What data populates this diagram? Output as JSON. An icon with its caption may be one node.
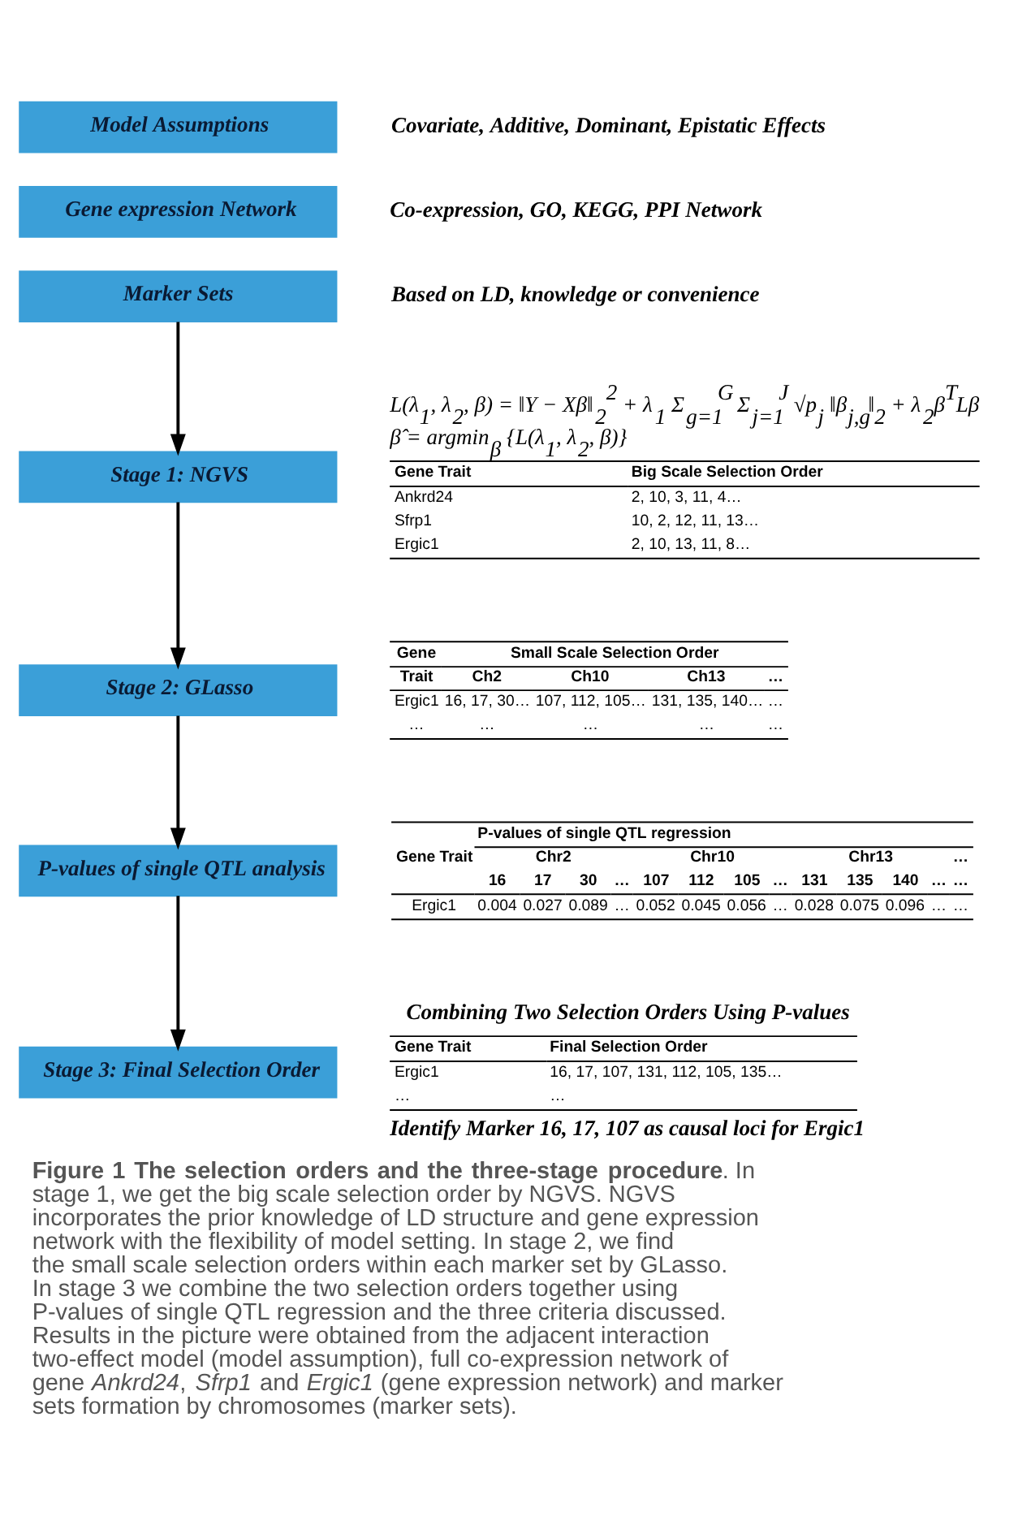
{
  "diagram": {
    "caption": "**Figure 1 The selection orders and the three-stage procedure**. In stage 1, we get the big scale selection order by NGVS. NGVS incorporates the prior knowledge of LD structure and gene expression network with the flexibility of model setting. In stage 2, we find the small scale selection orders within each marker set by GLasso. In stage 3 we combine the two selection orders together using P-values of single QTL regression and the three criteria discussed. Results in the picture were obtained from the adjacent interaction two-effect model (model assumption), full co-expression network of gene *Ankrd24*, *Sfrp1* and *Ergic1* (gene expression network) and marker sets formation by chromosomes (marker sets).",
    "nodes": [
      {
        "text": [
          "Model Assumptions"
        ],
        "beside": [
          "Covariate, Additive, Dominant, Epistatic Effects"
        ]
      },
      {
        "text": [
          "Gene expression Network"
        ],
        "beside": [
          "Co-expression, GO, KEGG, PPI Network"
        ]
      },
      {
        "text": [
          "Marker Sets"
        ],
        "beside": [
          "Based on LD, knowledge or convenience"
        ]
      },
      {
        "text": [
          "Stage 1: NGVS"
        ]
      },
      {
        "text": [
          "Stage 2: GLasso"
        ]
      },
      {
        "text": [
          "P-values of single QTL analysis"
        ]
      },
      {
        "text": [
          "Stage 3: Final Selection Order"
        ],
        "beside": [
          "Identify Marker 16, 17, 107 as causal loci for Ergic1"
        ]
      }
    ],
    "edges": [
      {
        "from": 2,
        "to": 3,
        "arrow": "to"
      },
      {
        "from": 3,
        "to": 4,
        "arrow": "to"
      },
      {
        "from": 4,
        "to": 5,
        "arrow": "to"
      },
      {
        "from": 5,
        "to": 6,
        "arrow": "to"
      }
    ],
    "labels": [
      "L(λ$_{1}$, λ$_{2}$, β) = ‖Y − Xβ‖$_{2}$$^{2}$ + λ$_{1}$ Σ$_{g=1}$$^{G}$ Σ$_{j=1}$$^{J}$ √p$_{j}$ ‖β$_{j,g}$‖$_{2}$ + λ$_{2}$β$^{T}$Lβ",
      "β̂ = argmin$_{β}$ {L(λ$_{1}$, λ$_{2}$, β)}",
      "Gene Trait",
      "Big Scale Selection Order",
      "Ankrd24",
      "2, 10, 3, 11, 4…",
      "Sfrp1",
      "10, 2, 12, 11, 13…",
      "Ergic1",
      "2, 10, 13, 11, 8…",
      "Gene",
      "Small Scale Selection Order",
      "Trait",
      "Ch2",
      "Ch10",
      "Ch13",
      "…",
      "Ergic1",
      "16, 17, 30…",
      "107, 112, 105…",
      "131, 135, 140…",
      "…",
      "…",
      "…",
      "…",
      "…",
      "…",
      "Gene Trait",
      "P-values of single QTL regression",
      "Chr2",
      "Chr10",
      "Chr13",
      "…",
      "16",
      "17",
      "30",
      "…",
      "107",
      "112",
      "105",
      "…",
      "131",
      "135",
      "140",
      "…",
      "…",
      "Ergic1",
      "0.004",
      "0.027",
      "0.089",
      "…",
      "0.052",
      "0.045",
      "0.056",
      "…",
      "0.028",
      "0.075",
      "0.096",
      "…",
      "…",
      "Combining Two Selection Orders Using P-values",
      "Gene Trait",
      "Final Selection Order",
      "Ergic1",
      "16, 17, 107, 131, 112, 105, 135…",
      "…",
      "…"
    ]
  }
}
